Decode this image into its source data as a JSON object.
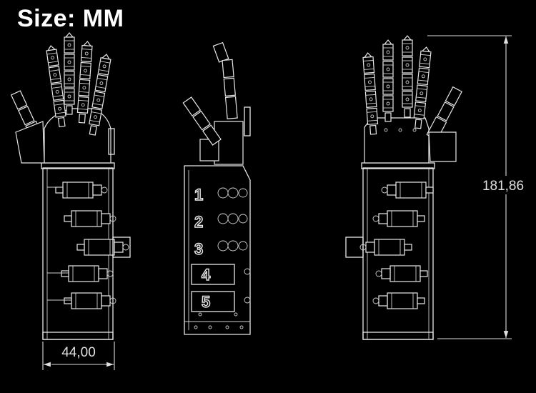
{
  "title": "Size: MM",
  "dimensions": {
    "width_label": "44,00",
    "height_label": "181,86"
  },
  "views": [
    "front-view",
    "side-view",
    "back-view"
  ],
  "side_panel_numbers": [
    "1",
    "2",
    "3",
    "4",
    "5"
  ]
}
